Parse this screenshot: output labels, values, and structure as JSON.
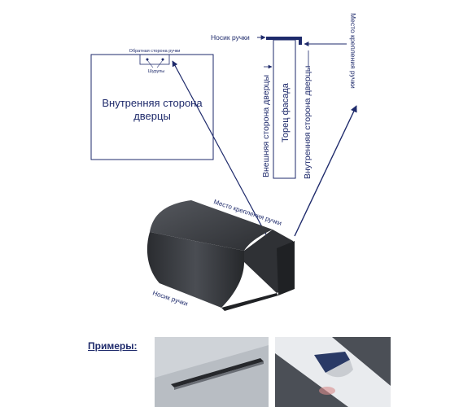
{
  "diagram": {
    "inner_side_small_title": "Обратная сторона ручки",
    "screws_label": "Шурупы",
    "inner_side_label_line1": "Внутренняя сторона",
    "inner_side_label_line2": "дверцы",
    "handle_nose_top": "Носик ручки",
    "outer_side_label": "Внешняя сторона дверцы",
    "facade_end_label": "Торец фасада",
    "inner_side_vertical_label": "Внутренняя сторона дверцы",
    "mount_place_vertical": "Место крепления ручки",
    "mount_place_handle": "Место крепления ручки",
    "handle_nose_bottom": "Носик ручки"
  },
  "examples": {
    "title": "Примеры:"
  },
  "colors": {
    "line": "#1e2a6b",
    "handle": "#3a3d42"
  }
}
